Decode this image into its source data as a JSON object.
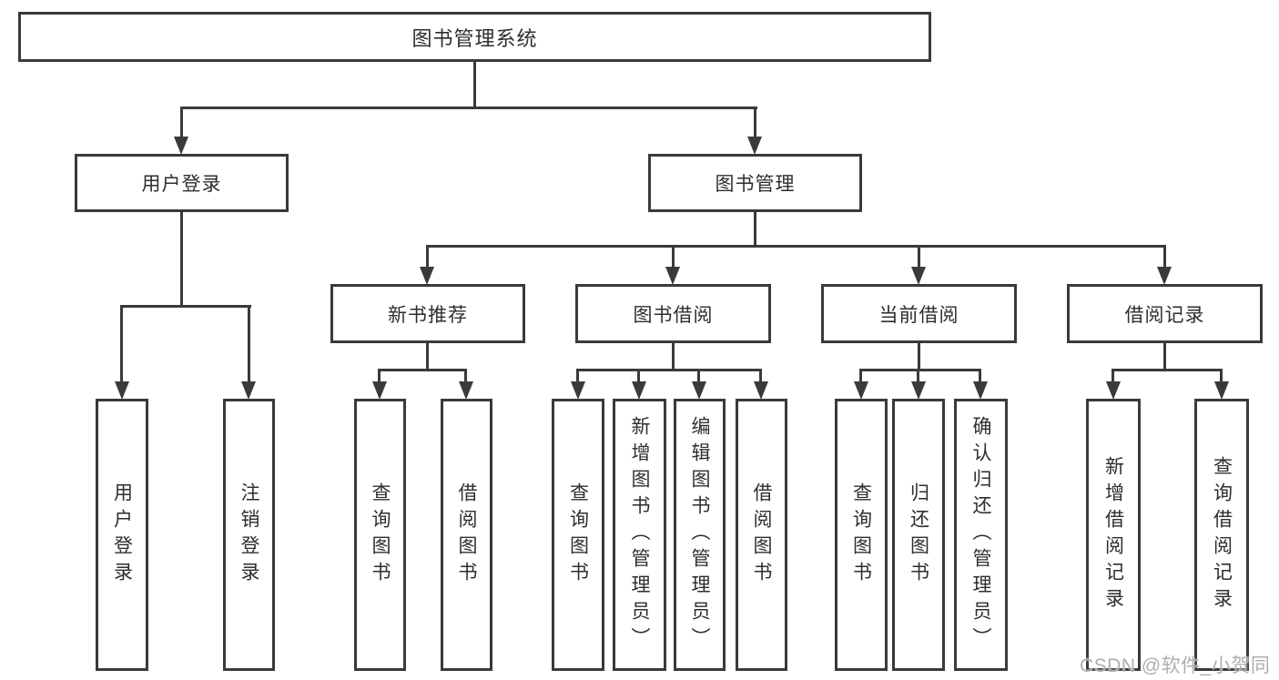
{
  "diagram": {
    "root": {
      "label": "图书管理系统"
    },
    "level2": [
      {
        "label": "用户登录"
      },
      {
        "label": "图书管理"
      }
    ],
    "level3": [
      {
        "label": "新书推荐"
      },
      {
        "label": "图书借阅"
      },
      {
        "label": "当前借阅"
      },
      {
        "label": "借阅记录"
      }
    ],
    "leaves": {
      "user": [
        "用户登录",
        "注销登录"
      ],
      "recommend": [
        "查询图书",
        "借阅图书"
      ],
      "borrow": [
        "查询图书",
        "新增图书（管理员）",
        "编辑图书（管理员）",
        "借阅图书"
      ],
      "current": [
        "查询图书",
        "归还图书",
        "确认归还（管理员）"
      ],
      "records": [
        "新增借阅记录",
        "查询借阅记录"
      ]
    },
    "colors": {
      "line": "#3a3a3a",
      "text": "#2e2e2e",
      "background": "#ffffff",
      "watermark": "#aeaeae"
    }
  },
  "watermark": {
    "text": "CSDN @软件_小贺同学"
  }
}
